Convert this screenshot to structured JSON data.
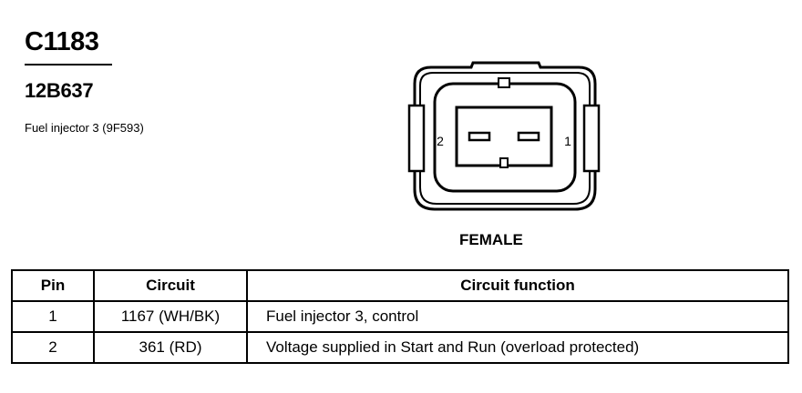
{
  "header": {
    "connector_id": "C1183",
    "part_number": "12B637",
    "description": "Fuel injector 3 (9F593)"
  },
  "connector": {
    "pin_left_label": "2",
    "pin_right_label": "1",
    "gender": "FEMALE"
  },
  "table": {
    "columns": [
      "Pin",
      "Circuit",
      "Circuit function"
    ],
    "rows": [
      {
        "pin": "1",
        "circuit": "1167 (WH/BK)",
        "function": "Fuel injector 3, control"
      },
      {
        "pin": "2",
        "circuit": "361 (RD)",
        "function": "Voltage supplied in Start and Run (overload protected)"
      }
    ]
  }
}
